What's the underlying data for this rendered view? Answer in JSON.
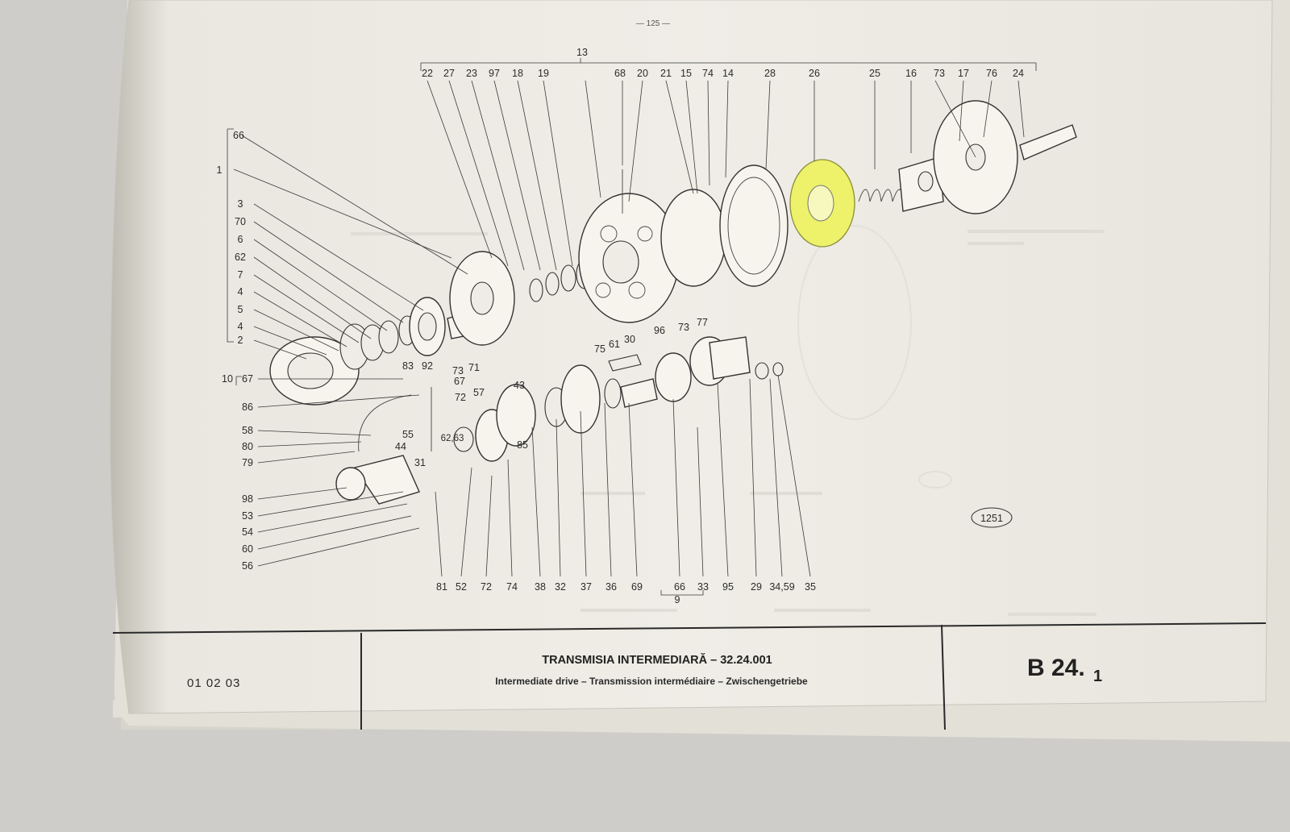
{
  "page": {
    "number": "— 125 —",
    "drawing_ref": "1251"
  },
  "title_block": {
    "variants": "01   02   03",
    "title_ro": "TRANSMISIA INTERMEDIARĂ – 32.24.001",
    "title_multilang": "Intermediate drive – Transmission intermédiaire – Zwischengetriebe",
    "code": "B 24.",
    "code_sub": "1"
  },
  "callouts": {
    "top_group": "13",
    "top_row": [
      "22",
      "27",
      "23",
      "97",
      "18",
      "19",
      "68",
      "20",
      "21",
      "15",
      "74",
      "14",
      "28",
      "26",
      "25",
      "16",
      "73",
      "17",
      "76",
      "24"
    ],
    "left_upper": [
      "66",
      "1",
      "3",
      "70",
      "6",
      "62",
      "7",
      "4",
      "5",
      "4",
      "2"
    ],
    "left_lower": [
      "10",
      "67",
      "86",
      "58",
      "80",
      "79",
      "98",
      "53",
      "54",
      "60",
      "56"
    ],
    "middle": [
      "73",
      "77",
      "73",
      "71",
      "83",
      "92",
      "67",
      "57",
      "72",
      "43",
      "75",
      "61",
      "30",
      "96",
      "55",
      "44",
      "62;63",
      "85",
      "31"
    ],
    "bottom_row": [
      "81",
      "52",
      "72",
      "74",
      "38",
      "32",
      "37",
      "36",
      "69",
      "66",
      "33",
      "95",
      "29",
      "34;59",
      "35"
    ],
    "bottom_group": "9"
  }
}
